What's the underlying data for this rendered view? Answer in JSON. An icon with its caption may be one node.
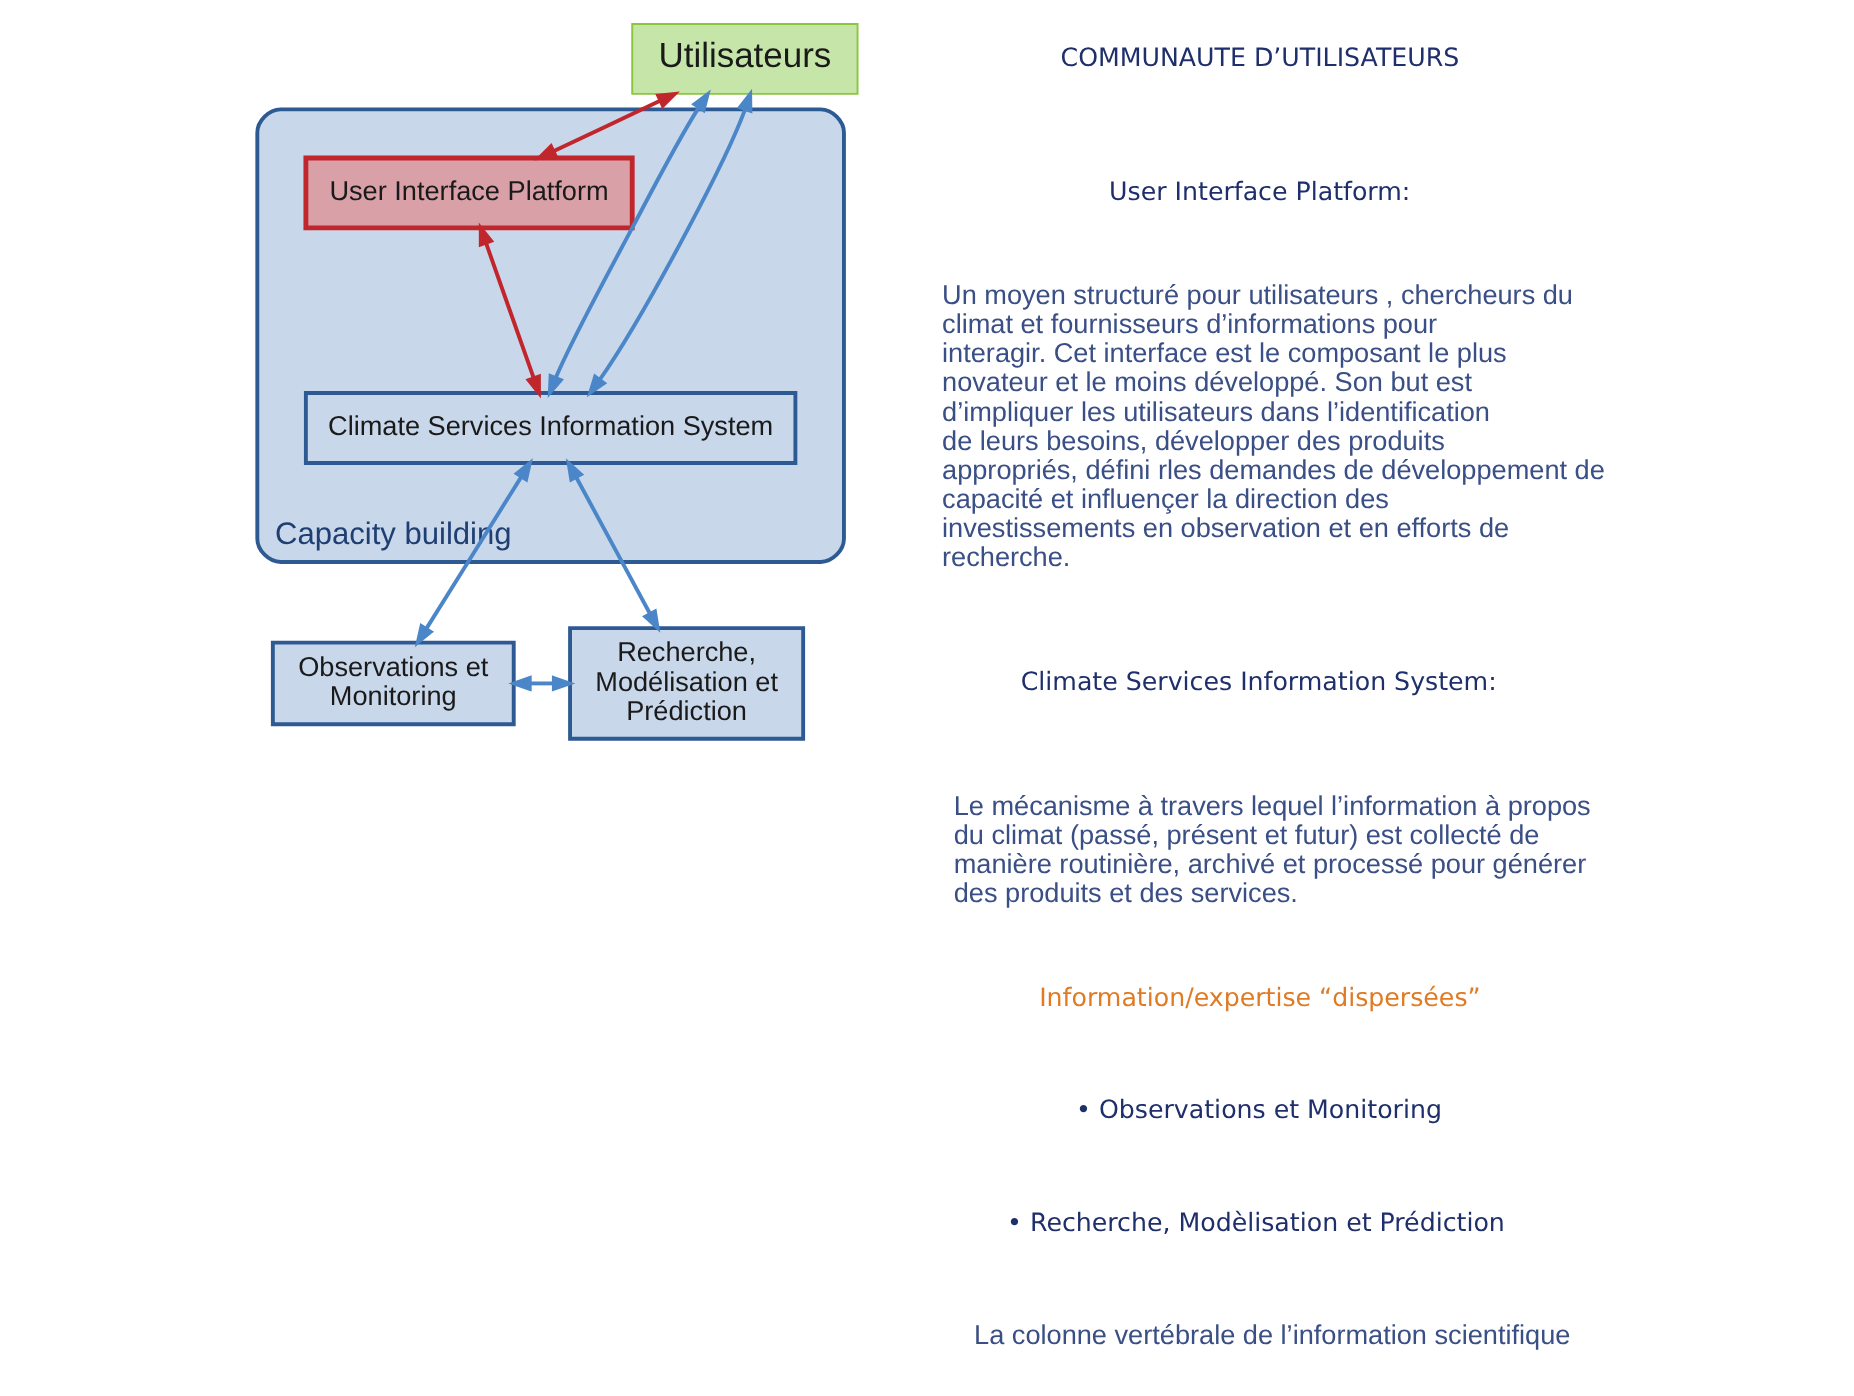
{
  "diagram": {
    "nodes": [
      {
        "text": [
          "Utilisateurs"
        ]
      },
      {
        "text": [
          "Capacity building"
        ]
      },
      {
        "text": [
          "User Interface Platform"
        ],
        "in": 1
      },
      {
        "text": [
          "Climate Services Information System"
        ],
        "in": 1
      },
      {
        "text": [
          "Observations et Monitoring"
        ]
      },
      {
        "text": [
          "Recherche, Modélisation et Prédiction"
        ]
      }
    ],
    "edges": [
      {
        "from": 0,
        "to": 3,
        "arrow": "both"
      },
      {
        "from": 0,
        "to": 2,
        "arrow": "both",
        "color": "#c0262c"
      },
      {
        "from": 0,
        "to": 3,
        "arrow": "both"
      },
      {
        "from": 2,
        "to": 3,
        "arrow": "both",
        "color": "#c0262c"
      },
      {
        "from": 3,
        "to": 4,
        "arrow": "both"
      },
      {
        "from": 3,
        "to": 5,
        "arrow": "both"
      },
      {
        "from": 4,
        "to": 5,
        "arrow": "both"
      }
    ],
    "labels": [
      "COMMUNAUTE D’UTILISATEURS",
      "User Interface Platform:",
      "Un moyen structuré pour utilisateurs , chercheurs du climat et fournisseurs d’informations pour interagir. Cet interface est le composant le plus novateur et le moins développé. Son but est d’impliquer les utilisateurs dans l’identification de leurs besoins, développer des produits appropriés, défini rles demandes de développement de capacité et influençer la direction des investissements en observation et en efforts de recherche.",
      "Climate Services Information System:",
      "Le mécanisme à travers lequel l’information à propos du climat (passé, présent et futur) est collecté de manière routinière, archivé et processé pour générer des produits et des services.",
      "Information/expertise “dispersées”",
      "• Observations et Monitoring",
      "• Recherche, Modèlisation et Prédiction",
      "La colonne vertébrale de l’information scientifique"
    ]
  }
}
